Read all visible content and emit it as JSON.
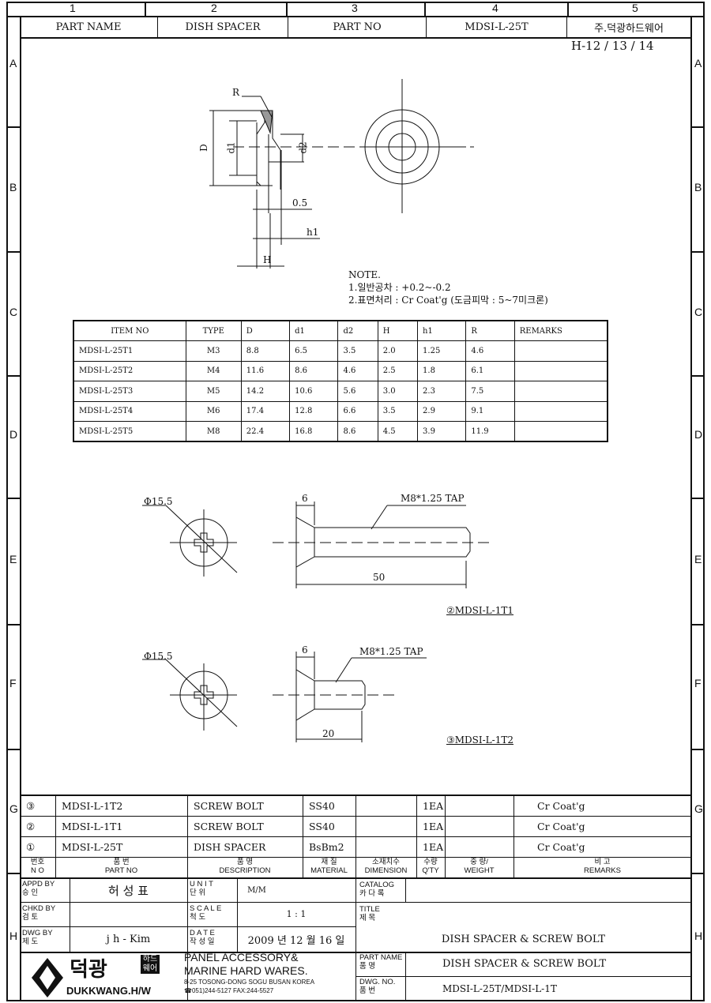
{
  "grid": {
    "columns": [
      "1",
      "2",
      "3",
      "4",
      "5"
    ],
    "rows": [
      "A",
      "B",
      "C",
      "D",
      "E",
      "F",
      "G",
      "H"
    ]
  },
  "header": {
    "part_name_label": "PART NAME",
    "part_name": "DISH SPACER",
    "part_no_label": "PART NO",
    "part_no": "MDSI-L-25T",
    "company": "주.덕광하드웨어",
    "sheet_ref": "H-12 / 13 / 14"
  },
  "drawing1": {
    "labels": {
      "R": "R",
      "D": "D",
      "d1": "d1",
      "d2": "d2",
      "dim05": "0.5",
      "h1": "h1",
      "H": "H"
    }
  },
  "note": {
    "title": "NOTE.",
    "line1": "1.일반공차  :  +0.2~-0.2",
    "line2": "2.표면처리 : Cr Coat'g (도금피막 : 5~7미크론)"
  },
  "spec_table": {
    "headers": [
      "ITEM NO",
      "TYPE",
      "D",
      "d1",
      "d2",
      "H",
      "h1",
      "R",
      "REMARKS"
    ],
    "rows": [
      [
        "MDSI-L-25T1",
        "M3",
        "8.8",
        "6.5",
        "3.5",
        "2.0",
        "1.25",
        "4.6",
        ""
      ],
      [
        "MDSI-L-25T2",
        "M4",
        "11.6",
        "8.6",
        "4.6",
        "2.5",
        "1.8",
        "6.1",
        ""
      ],
      [
        "MDSI-L-25T3",
        "M5",
        "14.2",
        "10.6",
        "5.6",
        "3.0",
        "2.3",
        "7.5",
        ""
      ],
      [
        "MDSI-L-25T4",
        "M6",
        "17.4",
        "12.8",
        "6.6",
        "3.5",
        "2.9",
        "9.1",
        ""
      ],
      [
        "MDSI-L-25T5",
        "M8",
        "22.4",
        "16.8",
        "8.6",
        "4.5",
        "3.9",
        "11.9",
        ""
      ]
    ]
  },
  "bolt1": {
    "diameter": "Φ15.5",
    "head": "6",
    "tap": "M8*1.25 TAP",
    "length": "50",
    "label": "②MDSI-L-1T1"
  },
  "bolt2": {
    "diameter": "Φ15.5",
    "head": "6",
    "tap": "M8*1.25 TAP",
    "length": "20",
    "label": "③MDSI-L-1T2"
  },
  "parts_list": {
    "rows": [
      [
        "③",
        "MDSI-L-1T2",
        "SCREW BOLT",
        "SS40",
        "",
        "1EA",
        "",
        "Cr Coat'g"
      ],
      [
        "②",
        "MDSI-L-1T1",
        "SCREW BOLT",
        "SS40",
        "",
        "1EA",
        "",
        "Cr Coat'g"
      ],
      [
        "①",
        "MDSI-L-25T",
        "DISH SPACER",
        "BsBm2",
        "",
        "1EA",
        "",
        "Cr Coat'g"
      ]
    ],
    "headers": [
      [
        "번호",
        "N O"
      ],
      [
        "품    번",
        "PART    NO"
      ],
      [
        "품    명",
        "DESCRIPTION"
      ],
      [
        "재    질",
        "MATERIAL"
      ],
      [
        "소재치수",
        "DIMENSION"
      ],
      [
        "수량",
        "Q'TY"
      ],
      [
        "중    량/",
        "WEIGHT"
      ],
      [
        "비        고",
        "REMARKS"
      ]
    ]
  },
  "title_block": {
    "appd_label": [
      "APPD BY",
      "승    인"
    ],
    "appd": "허 성 표",
    "chkd_label": [
      "CHKD BY",
      "검    토"
    ],
    "chkd": "",
    "dwg_label": [
      "DWG BY",
      "제    도"
    ],
    "dwg": "j h - Kim",
    "unit_label": [
      "U N I T",
      "단    위"
    ],
    "unit": "M/M",
    "scale_label": [
      "S C A L E",
      "척    도"
    ],
    "scale": "1 : 1",
    "date_label": [
      "D A T E",
      "작 성 일"
    ],
    "date": "2009 년 12 월 16 일",
    "catalog_label": [
      "CATALOG",
      "카 다 록"
    ],
    "title_label": [
      "TITLE",
      "제 목"
    ],
    "title": "DISH SPACER & SCREW BOLT",
    "part_name_label": [
      "PART  NAME",
      "품        명"
    ],
    "part_name": "DISH SPACER & SCREW BOLT",
    "dwg_no_label": [
      "DWG.      NO.",
      "품        번"
    ],
    "dwg_no": "MDSI-L-25T/MDSI-L-1T"
  },
  "company_block": {
    "logo_kr": "덕광",
    "logo_sub": "하드웨어",
    "logo_en": "DUKKWANG.H/W",
    "line1": "PANEL ACCESSORY&",
    "line2": "MARINE HARD WARES.",
    "address": "8-25 TOSONG-DONG SOGU BUSAN KOREA",
    "phone": "☎051)244-5127 FAX:244-5527"
  }
}
